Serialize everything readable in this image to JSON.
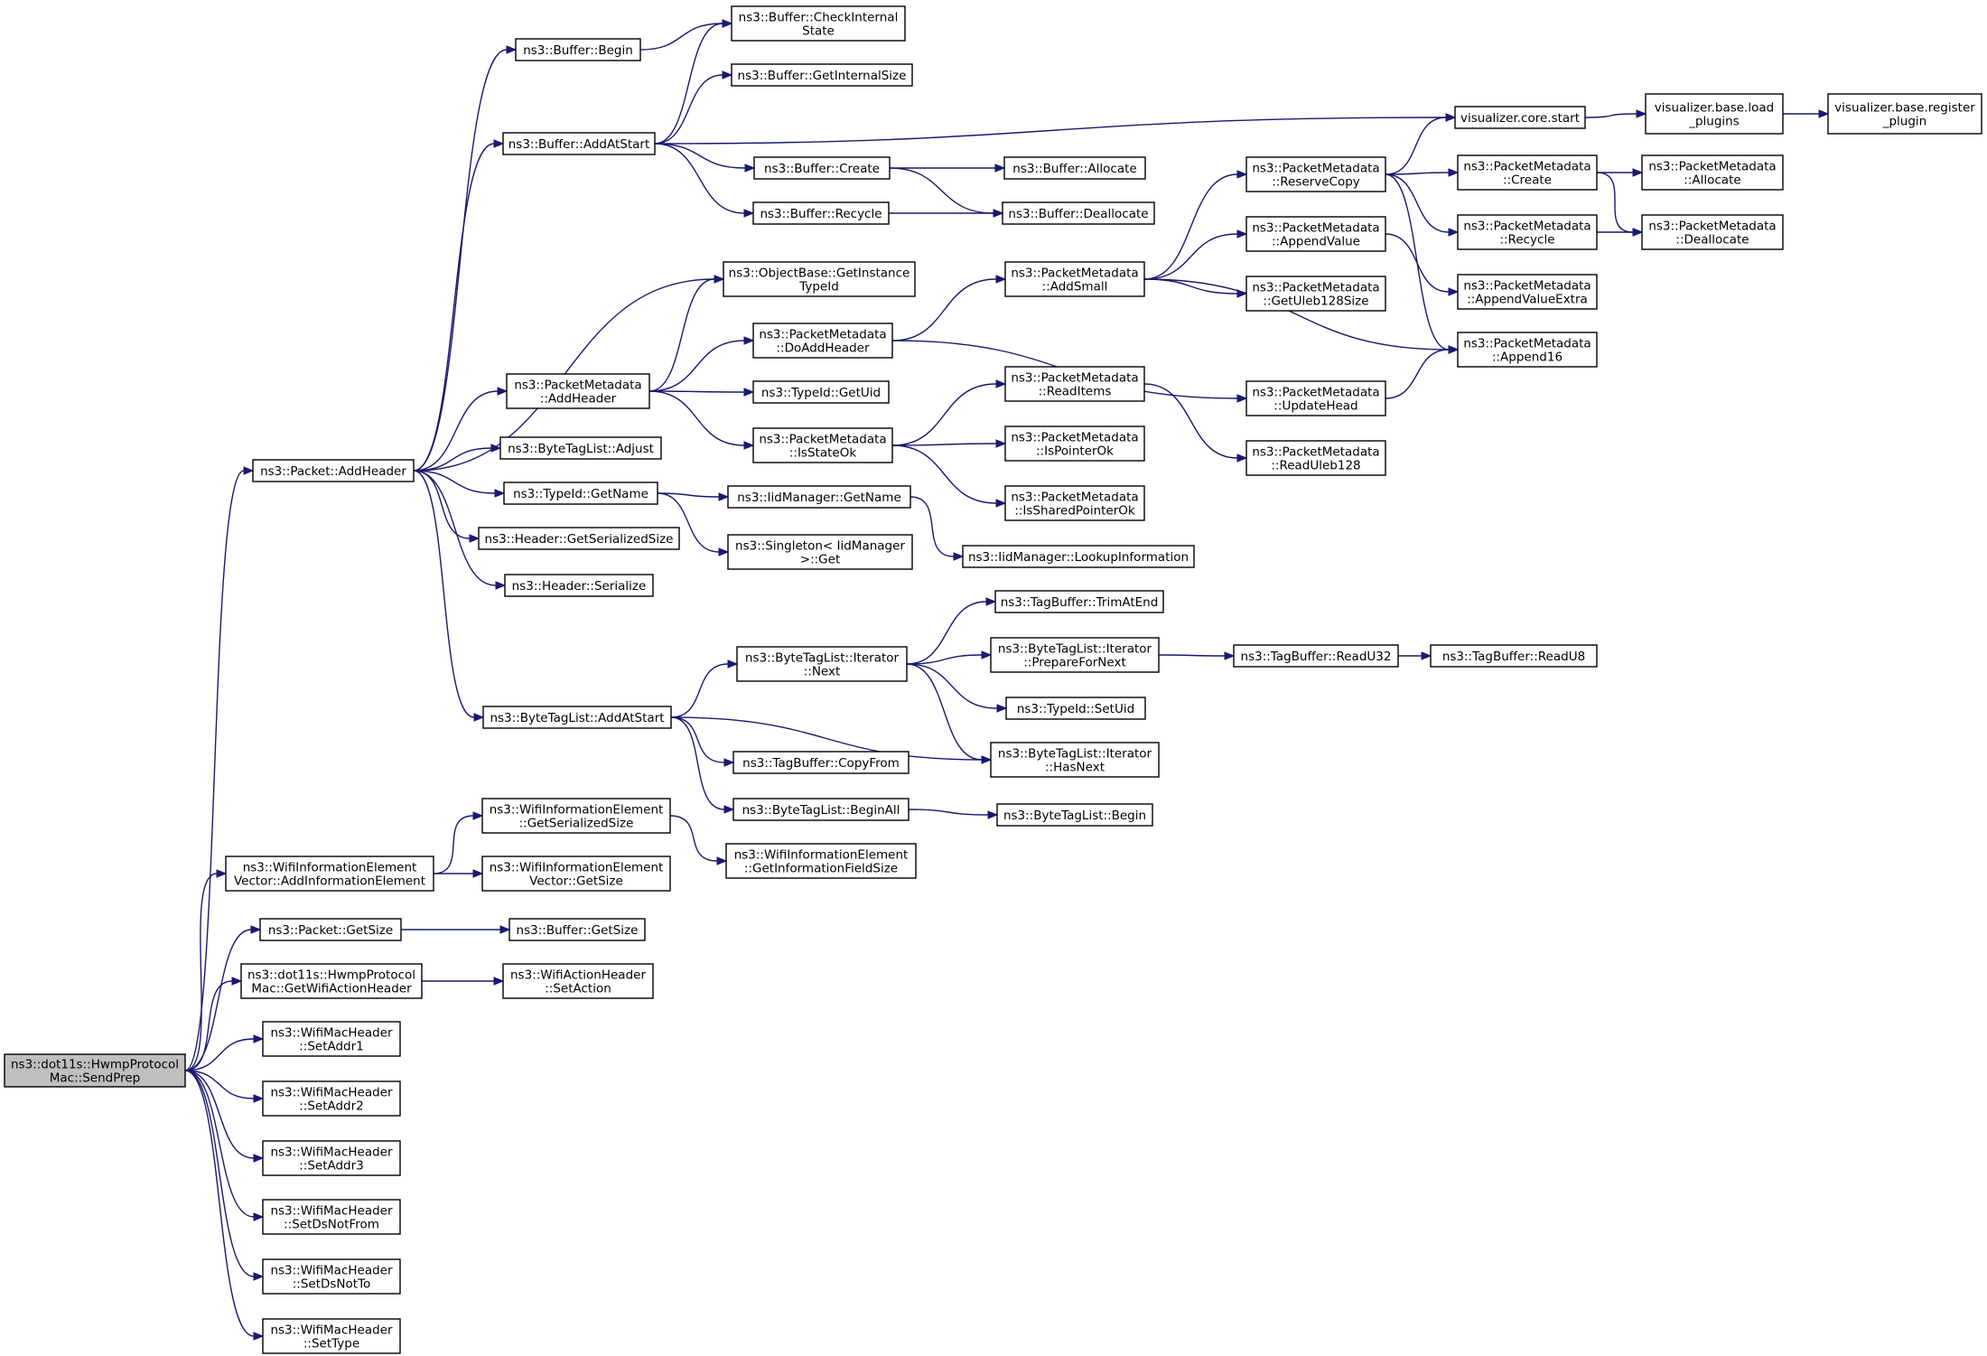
{
  "diagram": {
    "type": "call-graph",
    "colors": {
      "edge": "#191970",
      "root_fill": "#bfbfbf",
      "node_fill": "#ffffff",
      "node_border": "#000000"
    },
    "nodes": [
      {
        "id": "root",
        "lines": [
          "ns3::dot11s::HwmpProtocol",
          "Mac::SendPrep"
        ],
        "root": true
      },
      {
        "id": "pkt_addheader",
        "lines": [
          "ns3::Packet::AddHeader"
        ]
      },
      {
        "id": "wie_vec_add",
        "lines": [
          "ns3::WifiInformationElement",
          "Vector::AddInformationElement"
        ]
      },
      {
        "id": "pkt_getsize",
        "lines": [
          "ns3::Packet::GetSize"
        ]
      },
      {
        "id": "hwmp_getaction",
        "lines": [
          "ns3::dot11s::HwmpProtocol",
          "Mac::GetWifiActionHeader"
        ]
      },
      {
        "id": "setaddr1",
        "lines": [
          "ns3::WifiMacHeader",
          "::SetAddr1"
        ]
      },
      {
        "id": "setaddr2",
        "lines": [
          "ns3::WifiMacHeader",
          "::SetAddr2"
        ]
      },
      {
        "id": "setaddr3",
        "lines": [
          "ns3::WifiMacHeader",
          "::SetAddr3"
        ]
      },
      {
        "id": "setdsnotfrom",
        "lines": [
          "ns3::WifiMacHeader",
          "::SetDsNotFrom"
        ]
      },
      {
        "id": "setdsnotto",
        "lines": [
          "ns3::WifiMacHeader",
          "::SetDsNotTo"
        ]
      },
      {
        "id": "settype",
        "lines": [
          "ns3::WifiMacHeader",
          "::SetType"
        ]
      },
      {
        "id": "buf_begin",
        "lines": [
          "ns3::Buffer::Begin"
        ]
      },
      {
        "id": "buf_addatstart",
        "lines": [
          "ns3::Buffer::AddAtStart"
        ]
      },
      {
        "id": "pm_addheader",
        "lines": [
          "ns3::PacketMetadata",
          "::AddHeader"
        ]
      },
      {
        "id": "btl_adjust",
        "lines": [
          "ns3::ByteTagList::Adjust"
        ]
      },
      {
        "id": "typeid_getname",
        "lines": [
          "ns3::TypeId::GetName"
        ]
      },
      {
        "id": "hdr_getser",
        "lines": [
          "ns3::Header::GetSerializedSize"
        ]
      },
      {
        "id": "hdr_serialize",
        "lines": [
          "ns3::Header::Serialize"
        ]
      },
      {
        "id": "btl_addatstart",
        "lines": [
          "ns3::ByteTagList::AddAtStart"
        ]
      },
      {
        "id": "wie_getser",
        "lines": [
          "ns3::WifiInformationElement",
          "::GetSerializedSize"
        ]
      },
      {
        "id": "wie_vec_getsize",
        "lines": [
          "ns3::WifiInformationElement",
          "Vector::GetSize"
        ]
      },
      {
        "id": "buf_getsize",
        "lines": [
          "ns3::Buffer::GetSize"
        ]
      },
      {
        "id": "wah_setaction",
        "lines": [
          "ns3::WifiActionHeader",
          "::SetAction"
        ]
      },
      {
        "id": "buf_checkstate",
        "lines": [
          "ns3::Buffer::CheckInternal",
          "State"
        ]
      },
      {
        "id": "buf_getinternal",
        "lines": [
          "ns3::Buffer::GetInternalSize"
        ]
      },
      {
        "id": "buf_create",
        "lines": [
          "ns3::Buffer::Create"
        ]
      },
      {
        "id": "buf_recycle",
        "lines": [
          "ns3::Buffer::Recycle"
        ]
      },
      {
        "id": "objbase_getinst",
        "lines": [
          "ns3::ObjectBase::GetInstance",
          "TypeId"
        ]
      },
      {
        "id": "pm_doaddheader",
        "lines": [
          "ns3::PacketMetadata",
          "::DoAddHeader"
        ]
      },
      {
        "id": "typeid_getuid",
        "lines": [
          "ns3::TypeId::GetUid"
        ]
      },
      {
        "id": "pm_isstateok",
        "lines": [
          "ns3::PacketMetadata",
          "::IsStateOk"
        ]
      },
      {
        "id": "iid_getname",
        "lines": [
          "ns3::IidManager::GetName"
        ]
      },
      {
        "id": "singleton_get",
        "lines": [
          "ns3::Singleton< IidManager",
          ">::Get"
        ]
      },
      {
        "id": "btl_it_next",
        "lines": [
          "ns3::ByteTagList::Iterator",
          "::Next"
        ]
      },
      {
        "id": "tb_copyfrom",
        "lines": [
          "ns3::TagBuffer::CopyFrom"
        ]
      },
      {
        "id": "btl_beginall",
        "lines": [
          "ns3::ByteTagList::BeginAll"
        ]
      },
      {
        "id": "wie_getinfosize",
        "lines": [
          "ns3::WifiInformationElement",
          "::GetInformationFieldSize"
        ]
      },
      {
        "id": "vis_core_start",
        "lines": [
          "visualizer.core.start"
        ]
      },
      {
        "id": "buf_allocate",
        "lines": [
          "ns3::Buffer::Allocate"
        ]
      },
      {
        "id": "buf_deallocate",
        "lines": [
          "ns3::Buffer::Deallocate"
        ]
      },
      {
        "id": "pm_addsmall",
        "lines": [
          "ns3::PacketMetadata",
          "::AddSmall"
        ]
      },
      {
        "id": "pm_readitems",
        "lines": [
          "ns3::PacketMetadata",
          "::ReadItems"
        ]
      },
      {
        "id": "pm_ispointerok",
        "lines": [
          "ns3::PacketMetadata",
          "::IsPointerOk"
        ]
      },
      {
        "id": "pm_issharedok",
        "lines": [
          "ns3::PacketMetadata",
          "::IsSharedPointerOk"
        ]
      },
      {
        "id": "iid_lookup",
        "lines": [
          "ns3::IidManager::LookupInformation"
        ]
      },
      {
        "id": "tb_trimatend",
        "lines": [
          "ns3::TagBuffer::TrimAtEnd"
        ]
      },
      {
        "id": "btl_it_prepare",
        "lines": [
          "ns3::ByteTagList::Iterator",
          "::PrepareForNext"
        ]
      },
      {
        "id": "typeid_setuid",
        "lines": [
          "ns3::TypeId::SetUid"
        ]
      },
      {
        "id": "btl_it_hasnext",
        "lines": [
          "ns3::ByteTagList::Iterator",
          "::HasNext"
        ]
      },
      {
        "id": "btl_begin",
        "lines": [
          "ns3::ByteTagList::Begin"
        ]
      },
      {
        "id": "pm_reservecopy",
        "lines": [
          "ns3::PacketMetadata",
          "::ReserveCopy"
        ]
      },
      {
        "id": "pm_appendvalue",
        "lines": [
          "ns3::PacketMetadata",
          "::AppendValue"
        ]
      },
      {
        "id": "pm_getuleb",
        "lines": [
          "ns3::PacketMetadata",
          "::GetUleb128Size"
        ]
      },
      {
        "id": "pm_updatehead",
        "lines": [
          "ns3::PacketMetadata",
          "::UpdateHead"
        ]
      },
      {
        "id": "pm_readuleb",
        "lines": [
          "ns3::PacketMetadata",
          "::ReadUleb128"
        ]
      },
      {
        "id": "tb_readu32",
        "lines": [
          "ns3::TagBuffer::ReadU32"
        ]
      },
      {
        "id": "vis_base_load",
        "lines": [
          "visualizer.base.load",
          "_plugins"
        ]
      },
      {
        "id": "pm_create",
        "lines": [
          "ns3::PacketMetadata",
          "::Create"
        ]
      },
      {
        "id": "pm_recycle",
        "lines": [
          "ns3::PacketMetadata",
          "::Recycle"
        ]
      },
      {
        "id": "pm_appendvalueextra",
        "lines": [
          "ns3::PacketMetadata",
          "::AppendValueExtra"
        ]
      },
      {
        "id": "pm_append16",
        "lines": [
          "ns3::PacketMetadata",
          "::Append16"
        ]
      },
      {
        "id": "tb_readu8",
        "lines": [
          "ns3::TagBuffer::ReadU8"
        ]
      },
      {
        "id": "vis_base_register",
        "lines": [
          "visualizer.base.register",
          "_plugin"
        ]
      },
      {
        "id": "pm_allocate",
        "lines": [
          "ns3::PacketMetadata",
          "::Allocate"
        ]
      },
      {
        "id": "pm_deallocate",
        "lines": [
          "ns3::PacketMetadata",
          "::Deallocate"
        ]
      }
    ],
    "edges": [
      [
        "root",
        "pkt_addheader"
      ],
      [
        "root",
        "wie_vec_add"
      ],
      [
        "root",
        "pkt_getsize"
      ],
      [
        "root",
        "hwmp_getaction"
      ],
      [
        "root",
        "setaddr1"
      ],
      [
        "root",
        "setaddr2"
      ],
      [
        "root",
        "setaddr3"
      ],
      [
        "root",
        "setdsnotfrom"
      ],
      [
        "root",
        "setdsnotto"
      ],
      [
        "root",
        "settype"
      ],
      [
        "pkt_addheader",
        "buf_begin"
      ],
      [
        "pkt_addheader",
        "buf_addatstart"
      ],
      [
        "pkt_addheader",
        "objbase_getinst"
      ],
      [
        "pkt_addheader",
        "pm_addheader"
      ],
      [
        "pkt_addheader",
        "btl_adjust"
      ],
      [
        "pkt_addheader",
        "typeid_getname"
      ],
      [
        "pkt_addheader",
        "hdr_getser"
      ],
      [
        "pkt_addheader",
        "hdr_serialize"
      ],
      [
        "pkt_addheader",
        "btl_addatstart"
      ],
      [
        "buf_begin",
        "buf_checkstate"
      ],
      [
        "buf_addatstart",
        "buf_checkstate"
      ],
      [
        "buf_addatstart",
        "buf_getinternal"
      ],
      [
        "buf_addatstart",
        "vis_core_start"
      ],
      [
        "buf_addatstart",
        "buf_create"
      ],
      [
        "buf_addatstart",
        "buf_recycle"
      ],
      [
        "buf_create",
        "buf_allocate"
      ],
      [
        "buf_create",
        "buf_deallocate"
      ],
      [
        "buf_recycle",
        "buf_deallocate"
      ],
      [
        "vis_core_start",
        "vis_base_load"
      ],
      [
        "vis_base_load",
        "vis_base_register"
      ],
      [
        "pm_addheader",
        "objbase_getinst"
      ],
      [
        "pm_addheader",
        "pm_doaddheader"
      ],
      [
        "pm_addheader",
        "typeid_getuid"
      ],
      [
        "pm_addheader",
        "pm_isstateok"
      ],
      [
        "pm_doaddheader",
        "pm_addsmall"
      ],
      [
        "pm_doaddheader",
        "pm_updatehead"
      ],
      [
        "pm_addsmall",
        "pm_reservecopy"
      ],
      [
        "pm_addsmall",
        "pm_appendvalue"
      ],
      [
        "pm_addsmall",
        "pm_getuleb"
      ],
      [
        "pm_addsmall",
        "pm_append16"
      ],
      [
        "pm_reservecopy",
        "vis_core_start"
      ],
      [
        "pm_reservecopy",
        "pm_create"
      ],
      [
        "pm_reservecopy",
        "pm_recycle"
      ],
      [
        "pm_reservecopy",
        "pm_append16"
      ],
      [
        "pm_create",
        "pm_allocate"
      ],
      [
        "pm_create",
        "pm_deallocate"
      ],
      [
        "pm_recycle",
        "pm_deallocate"
      ],
      [
        "pm_appendvalue",
        "pm_appendvalueextra"
      ],
      [
        "pm_updatehead",
        "pm_append16"
      ],
      [
        "pm_isstateok",
        "pm_readitems"
      ],
      [
        "pm_isstateok",
        "pm_ispointerok"
      ],
      [
        "pm_isstateok",
        "pm_issharedok"
      ],
      [
        "pm_readitems",
        "pm_readuleb"
      ],
      [
        "typeid_getname",
        "iid_getname"
      ],
      [
        "typeid_getname",
        "singleton_get"
      ],
      [
        "iid_getname",
        "iid_lookup"
      ],
      [
        "btl_addatstart",
        "btl_it_next"
      ],
      [
        "btl_addatstart",
        "btl_it_hasnext"
      ],
      [
        "btl_addatstart",
        "tb_copyfrom"
      ],
      [
        "btl_addatstart",
        "btl_beginall"
      ],
      [
        "btl_it_next",
        "tb_trimatend"
      ],
      [
        "btl_it_next",
        "btl_it_prepare"
      ],
      [
        "btl_it_next",
        "typeid_setuid"
      ],
      [
        "btl_it_next",
        "btl_it_hasnext"
      ],
      [
        "btl_it_prepare",
        "tb_readu32"
      ],
      [
        "tb_readu32",
        "tb_readu8"
      ],
      [
        "btl_beginall",
        "btl_begin"
      ],
      [
        "wie_vec_add",
        "wie_getser"
      ],
      [
        "wie_vec_add",
        "wie_vec_getsize"
      ],
      [
        "wie_getser",
        "wie_getinfosize"
      ],
      [
        "pkt_getsize",
        "buf_getsize"
      ],
      [
        "hwmp_getaction",
        "wah_setaction"
      ]
    ]
  }
}
